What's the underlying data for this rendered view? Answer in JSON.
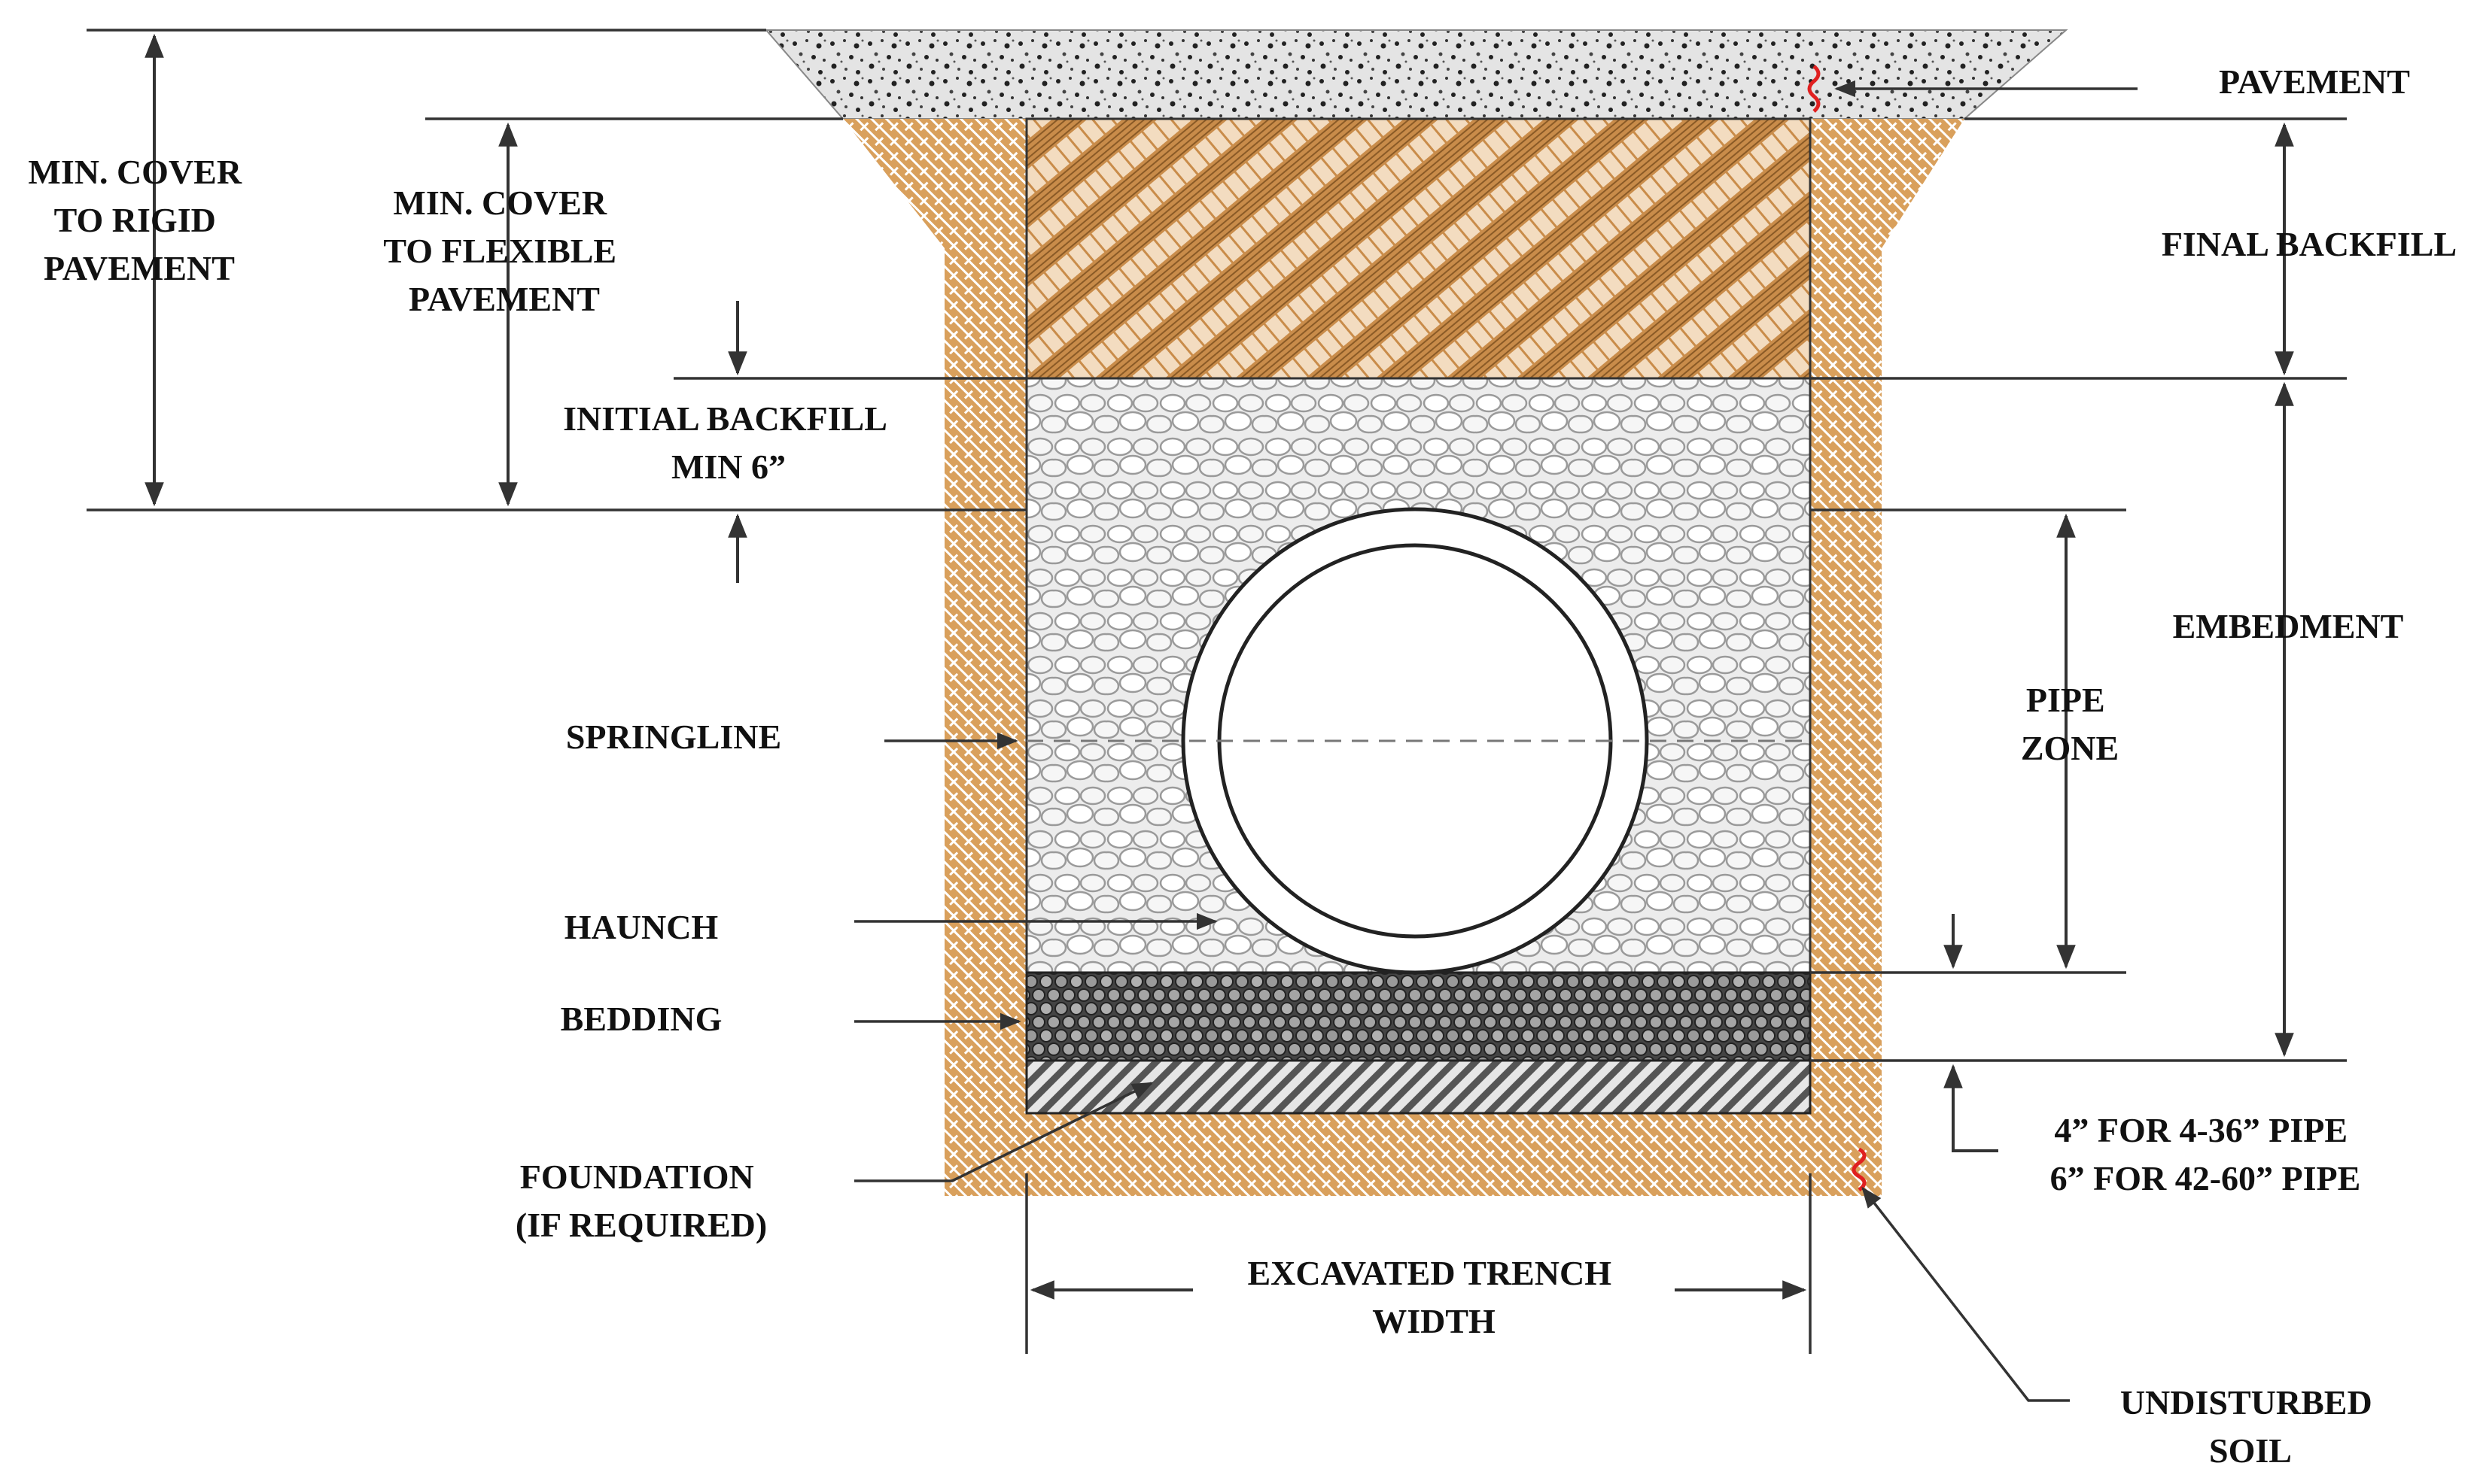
{
  "labels": {
    "min_cover_rigid": [
      "MIN. COVER",
      "TO RIGID",
      "PAVEMENT"
    ],
    "min_cover_flexible": [
      "MIN. COVER",
      "TO FLEXIBLE",
      "PAVEMENT"
    ],
    "initial_backfill": [
      "INITIAL BACKFILL",
      "MIN 6”"
    ],
    "springline": "SPRINGLINE",
    "haunch": "HAUNCH",
    "bedding": "BEDDING",
    "foundation": [
      "FOUNDATION",
      "(IF REQUIRED)"
    ],
    "pavement": "PAVEMENT",
    "final_backfill": "FINAL BACKFILL",
    "embedment": "EMBEDMENT",
    "pipe_zone": [
      "PIPE",
      "ZONE"
    ],
    "bedding_depth": [
      "4” FOR 4-36” PIPE",
      "6” FOR 42-60” PIPE"
    ],
    "trench_width": [
      "EXCAVATED TRENCH",
      "WIDTH"
    ],
    "undisturbed_soil": [
      "UNDISTURBED",
      "SOIL"
    ]
  },
  "colors": {
    "soil": "#d9a05c",
    "soil_hatch": "#ffffff",
    "final_backfill": "#c98c4a",
    "embedment_fill": "#e9e9e9",
    "bedding_fill": "#555555",
    "foundation_fill": "#666666",
    "pavement_fill": "#dddddd",
    "line": "#333333",
    "break_mark": "#e02020"
  }
}
